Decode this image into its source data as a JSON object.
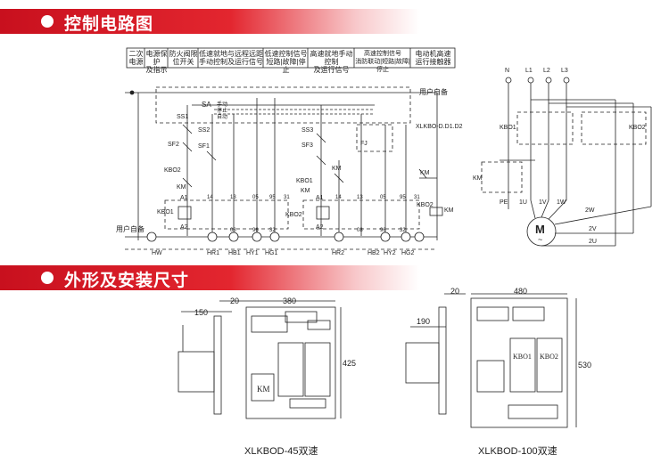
{
  "sections": {
    "circuit_title": "控制电路图",
    "dimension_title": "外形及安装尺寸"
  },
  "header_cells": [
    [
      "二次",
      "电源"
    ],
    [
      "电源保护",
      "及指示"
    ],
    [
      "防火阀限",
      "位开关"
    ],
    [
      "低速就地与远程远距",
      "手动控制及运行信号"
    ],
    [
      "低速控制信号",
      "短路|故障|停止"
    ],
    [
      "高速就地手动控制",
      "及运行信号"
    ],
    [
      "高速控制信号",
      "消防联动|短路|故障|停止"
    ],
    [
      "电动机高速",
      "运行接触器"
    ]
  ],
  "control_labels": {
    "sa": "SA",
    "sa_opts": [
      "手动",
      "停止",
      "自动"
    ],
    "ss1": "SS1",
    "ss2": "SS2",
    "sf2": "SF2",
    "sf1": "SF1",
    "ss3": "SS3",
    "sf3": "SF3",
    "fj": "FJ",
    "kbo2": "KBO2",
    "kbo1": "KBO1",
    "km": "KM",
    "user_prep_top": "用户自备",
    "user_prep_left": "用户自备",
    "model": "XLKBO-D.D1.D2",
    "term_a1": "A1",
    "term_a2": "A2",
    "terms_low": [
      "14",
      "13",
      "05",
      "95",
      "31"
    ],
    "terms_low_bot": [
      "08",
      "96",
      "32"
    ],
    "terms_high": [
      "14",
      "13",
      "05",
      "95",
      "31"
    ],
    "terms_high_bot": [
      "08",
      "96",
      "32"
    ],
    "lamps": [
      "HW",
      "HR1",
      "HB1",
      "HY1",
      "HG1",
      "HR2",
      "HB2",
      "HY2",
      "HG2"
    ]
  },
  "power_labels": {
    "phases": [
      "N",
      "L1",
      "L2",
      "L3"
    ],
    "kbo1": "KBO1",
    "kbo2": "KBO2",
    "km": "KM",
    "pe": "PE",
    "u": "1U",
    "v": "1V",
    "w": "1W",
    "w2": "2W",
    "v2": "2V",
    "u2": "2U",
    "motor": "M",
    "tilde": "~"
  },
  "dims": {
    "d150": "150",
    "d20a": "20",
    "d380": "380",
    "d425": "425",
    "d190": "190",
    "d20b": "20",
    "d480": "480",
    "d530": "530"
  },
  "units": {
    "kbo1": "KBO1",
    "kbo2": "KBO2",
    "km": "KM"
  },
  "captions": {
    "model45": "XLKBOD-45双速",
    "model100": "XLKBOD-100双速"
  }
}
